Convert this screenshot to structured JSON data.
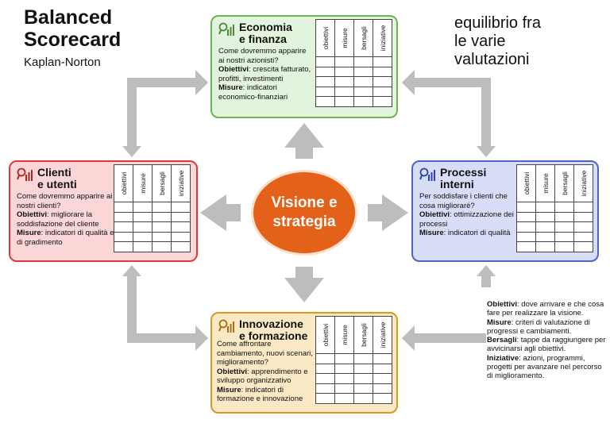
{
  "header": {
    "title_line1": "Balanced",
    "title_line2": "Scorecard",
    "subtitle": "Kaplan-Norton"
  },
  "tagline": {
    "line1": "equilibrio fra",
    "line2": "le varie",
    "line3": "valutazioni"
  },
  "center": {
    "line1": "Visione e",
    "line2": "strategia",
    "color": "#e36118"
  },
  "columns": [
    "obiettivi",
    "misure",
    "bersagli",
    "iniziative"
  ],
  "perspectives": {
    "economia": {
      "title_line1": "Economia",
      "title_line2": "e finanza",
      "question": "Come dovremmo apparire ai nostri azionisti?",
      "objectives_label": "Obiettivi",
      "objectives_text": ": crescita fatturato, profitti, investimenti",
      "measures_label": "Misure",
      "measures_text": ": indicatori economico-finanziari",
      "icon": "chart-search-icon",
      "color": "#6ab455"
    },
    "clienti": {
      "title_line1": "Clienti",
      "title_line2": "e utenti",
      "question": "Come dovremmo apparire ai nostri clienti?",
      "objectives_label": "Obiettivi",
      "objectives_text": ": migliorare la soddisfazione del cliente",
      "measures_label": "Misure",
      "measures_text": ": indicatori di qualità e di gradimento",
      "icon": "chart-search-icon",
      "color": "#dd3b3b"
    },
    "processi": {
      "title_line1": "Processi",
      "title_line2": "interni",
      "question": "Per soddisfare i clienti che cosa miglioraré?",
      "objectives_label": "Obiettivi",
      "objectives_text": ": ottimizzazione dei processi",
      "measures_label": "Misure",
      "measures_text": ": indicatori di qualità",
      "icon": "chart-search-icon",
      "color": "#4e64c7"
    },
    "innovazione": {
      "title_line1": "Innovazione",
      "title_line2": "e formazione",
      "question": "Come affrontare cambiamento, nuovi scenari, miglioramento?",
      "objectives_label": "Obiettivi",
      "objectives_text": ": apprendimento e sviluppo organizzativo",
      "measures_label": "Misure",
      "measures_text": ": indicatori di formazione e innovazione",
      "icon": "chart-search-icon",
      "color": "#d99a22"
    }
  },
  "legend": {
    "obiettivi_label": "Obiettivi",
    "obiettivi_text": ": dove arrivare e che cosa fare per realizzare la visione.",
    "misure_label": "Misure",
    "misure_text": ": criteri di valutazione di progressi e cambiamenti.",
    "bersagli_label": "Bersagli",
    "bersagli_text": ": tappe da raggiungere per avvicinarsi agli obiettivi.",
    "iniziative_label": "Iniziative",
    "iniziative_text": ": azioni, programmi, progetti per avanzare nel percorso di miglioramento."
  }
}
